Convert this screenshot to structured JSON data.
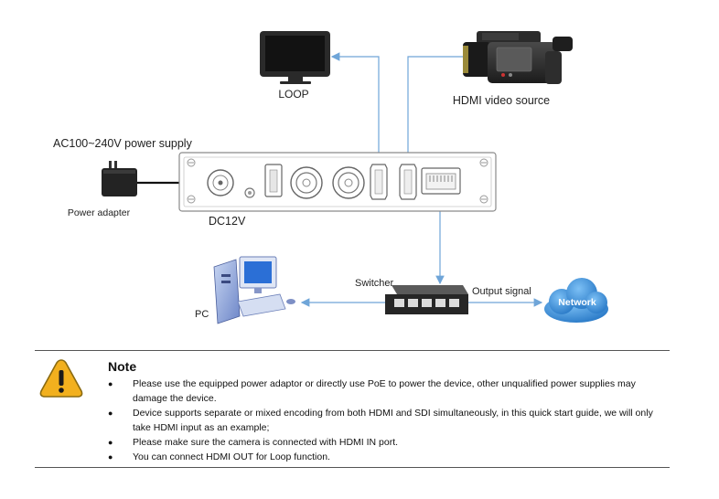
{
  "diagram": {
    "labels": {
      "loop": "LOOP",
      "hdmi_source": "HDMI video source",
      "power_supply": "AC100~240V power supply",
      "power_adapter": "Power adapter",
      "dc12v": "DC12V",
      "switcher": "Switcher",
      "output_signal": "Output signal",
      "network": "Network",
      "pc": "PC"
    },
    "colors": {
      "connection_line": "#6fa5d8",
      "power_cable": "#111111",
      "device_outline": "#888888",
      "cloud": "#2e8ad8"
    }
  },
  "note": {
    "title": "Note",
    "items": [
      "Please use the equipped power adaptor or directly use PoE to power the device, other unqualified power supplies may damage the device.",
      "Device supports separate or mixed encoding from both HDMI and SDI simultaneously, in this quick start guide, we will only take HDMI input  as an example;",
      "Please make sure the camera is connected with HDMI IN port.",
      "You can connect HDMI OUT for Loop function."
    ],
    "warning_color": "#f2b01e"
  }
}
